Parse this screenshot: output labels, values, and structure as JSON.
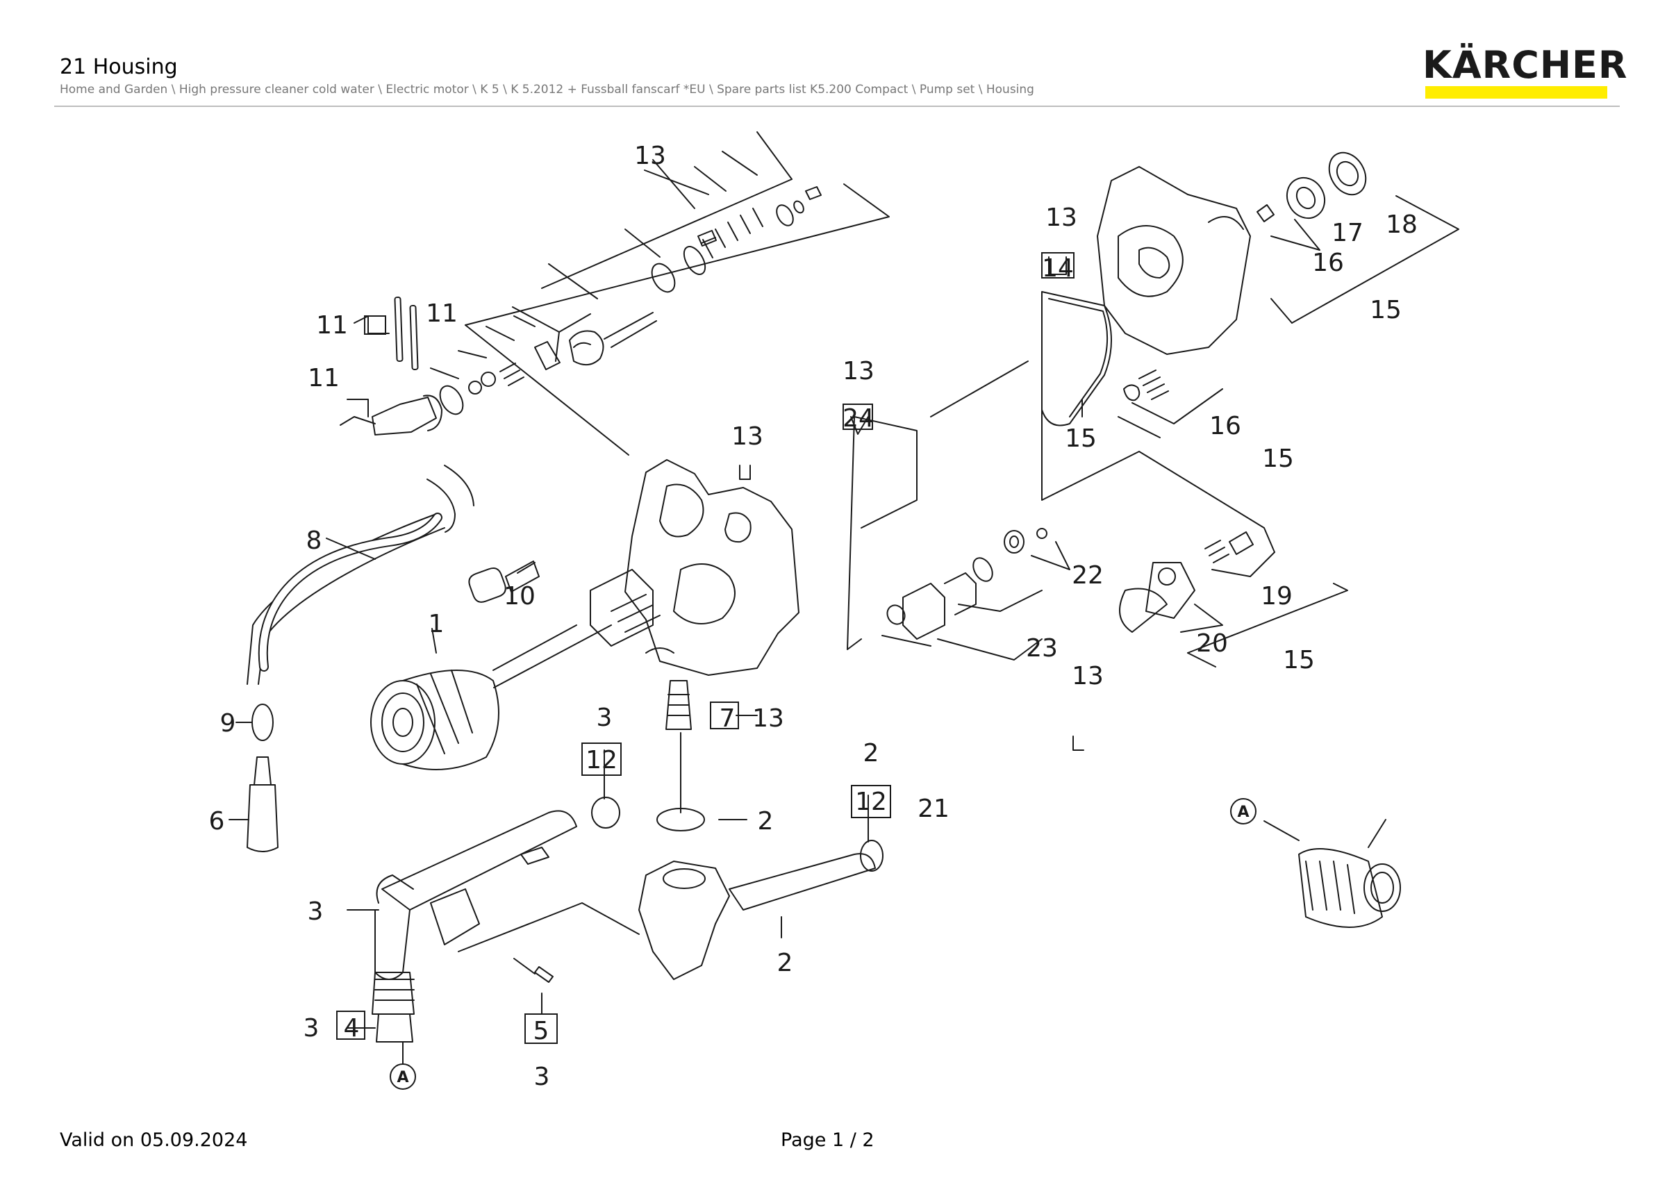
{
  "header": {
    "title": "21 Housing",
    "breadcrumb": "Home and Garden \\ High pressure cleaner cold water \\ Electric motor \\ K 5 \\ K 5.2012 + Fussball fanscarf *EU \\ Spare parts list K5.200 Compact \\ Pump set \\ Housing",
    "logo_text": "KÄRCHER",
    "logo_color": "#ffed00"
  },
  "footer": {
    "valid": "Valid on 05.09.2024",
    "page": "Page 1 / 2"
  },
  "diagram": {
    "callouts": [
      "13",
      "13",
      "14",
      "15",
      "16",
      "17",
      "18",
      "15",
      "16",
      "15",
      "11",
      "11",
      "11",
      "13",
      "24",
      "13",
      "8",
      "10",
      "1",
      "22",
      "19",
      "23",
      "13",
      "20",
      "15",
      "9",
      "7",
      "13",
      "3",
      "12",
      "6",
      "2",
      "2",
      "12",
      "21",
      "3",
      "2",
      "3",
      "4",
      "5",
      "3",
      "A",
      "A"
    ]
  }
}
